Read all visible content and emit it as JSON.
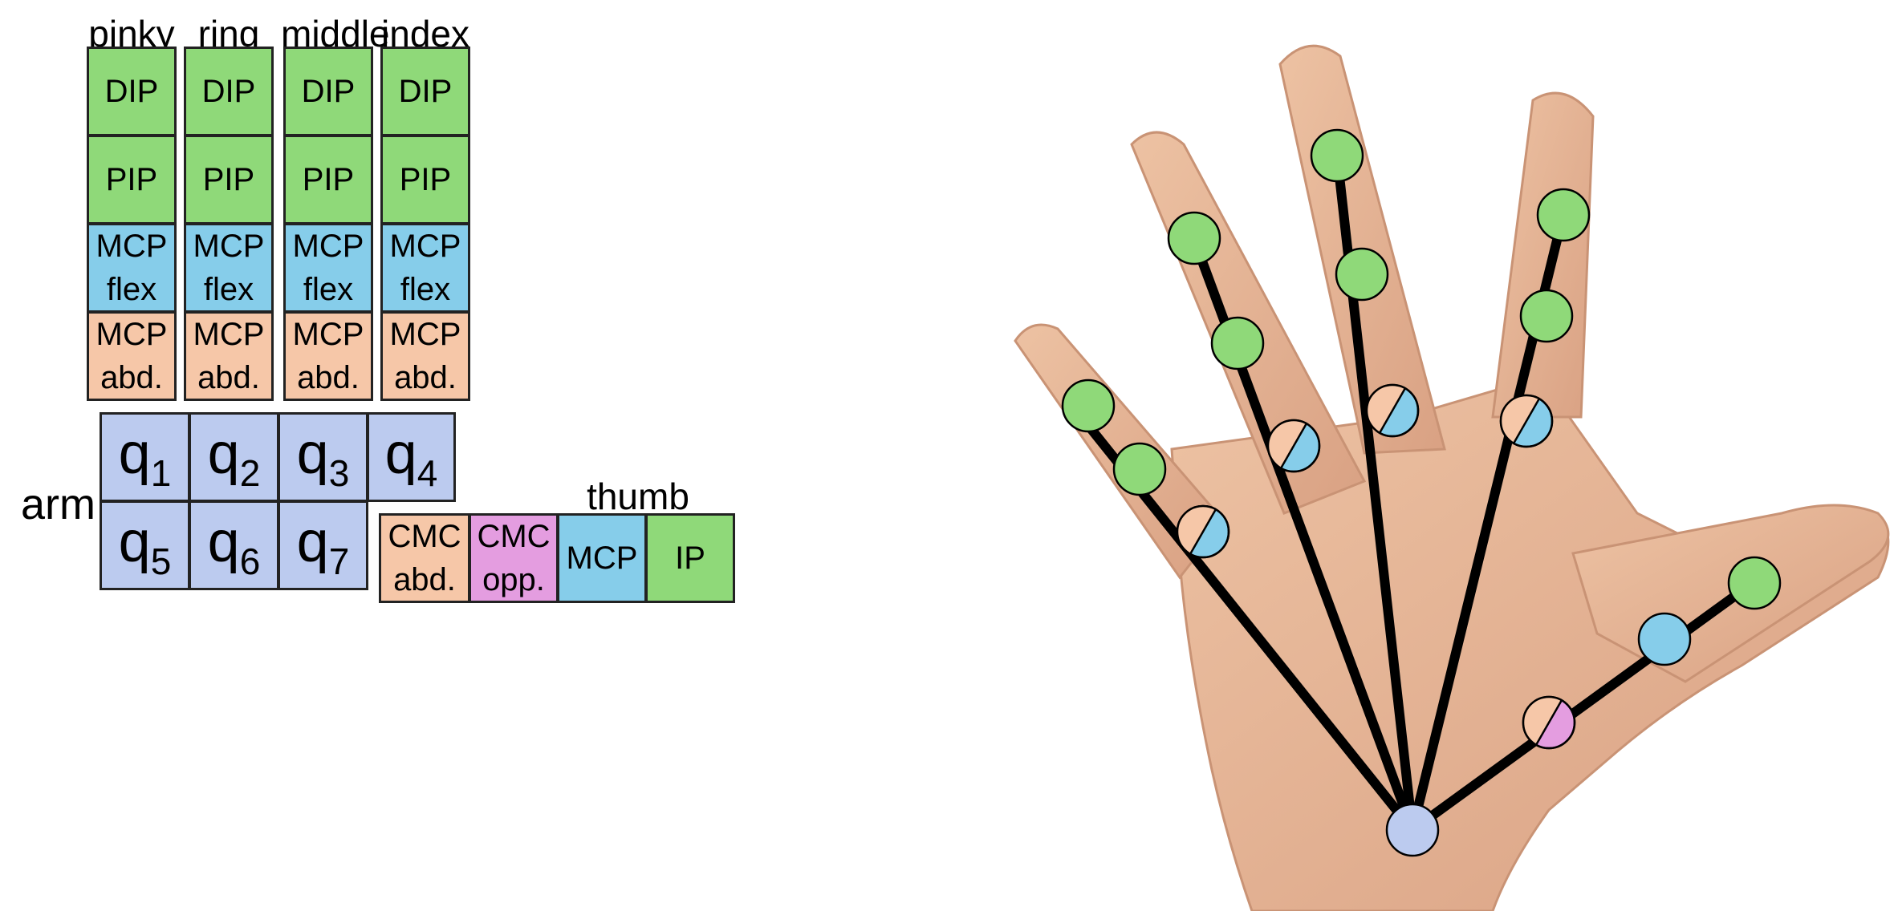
{
  "fingers": [
    {
      "name": "pinky",
      "dip": "DIP",
      "pip": "PIP",
      "mcp_flex": [
        "MCP",
        "flex"
      ],
      "mcp_abd": [
        "MCP",
        "abd."
      ]
    },
    {
      "name": "ring",
      "dip": "DIP",
      "pip": "PIP",
      "mcp_flex": [
        "MCP",
        "flex"
      ],
      "mcp_abd": [
        "MCP",
        "abd."
      ]
    },
    {
      "name": "middle",
      "dip": "DIP",
      "pip": "PIP",
      "mcp_flex": [
        "MCP",
        "flex"
      ],
      "mcp_abd": [
        "MCP",
        "abd."
      ]
    },
    {
      "name": "index",
      "dip": "DIP",
      "pip": "PIP",
      "mcp_flex": [
        "MCP",
        "flex"
      ],
      "mcp_abd": [
        "MCP",
        "abd."
      ]
    }
  ],
  "arm": {
    "label": "arm",
    "joints": [
      {
        "base": "q",
        "sub": "1"
      },
      {
        "base": "q",
        "sub": "2"
      },
      {
        "base": "q",
        "sub": "3"
      },
      {
        "base": "q",
        "sub": "4"
      },
      {
        "base": "q",
        "sub": "5"
      },
      {
        "base": "q",
        "sub": "6"
      },
      {
        "base": "q",
        "sub": "7"
      }
    ]
  },
  "thumb": {
    "label": "thumb",
    "cells": [
      {
        "line1": "CMC",
        "line2": "abd."
      },
      {
        "line1": "CMC",
        "line2": "opp."
      },
      {
        "line1": "MCP",
        "line2": ""
      },
      {
        "line1": "IP",
        "line2": ""
      }
    ]
  },
  "colors": {
    "flexion_joint": "#8fd979",
    "mcp_flex": "#86cdea",
    "mcp_abduction": "#f6c7a8",
    "cmc_opposition": "#e49de0",
    "arm_joint": "#bccbef",
    "skin": "#e6b393"
  },
  "hand_joint_icons": {
    "wrist": "wrist-joint-icon",
    "flexion": "flexion-joint-icon",
    "combined": "mcp-flex-abduction-joint-icon",
    "thumb_cmc": "thumb-cmc-joint-icon"
  }
}
